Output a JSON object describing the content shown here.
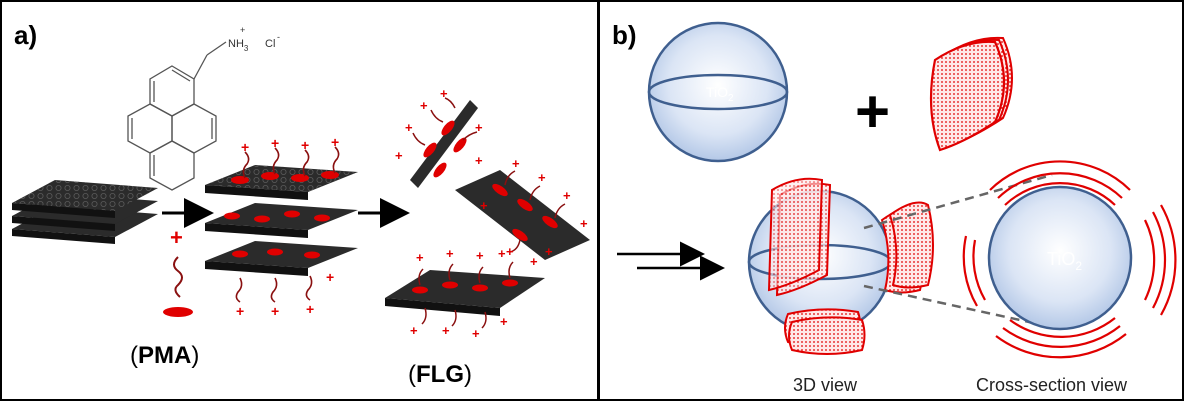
{
  "panel_a": {
    "label": "a)",
    "molecule": {
      "ammonium": "NH",
      "ammonium_sub": "3",
      "ammonium_sup": "+",
      "chloride": "Cl",
      "chloride_sup": "-"
    },
    "pma_caption": {
      "open": "(",
      "name": "PMA",
      "close": ")"
    },
    "flg_caption": {
      "open": "(",
      "name": "FLG",
      "close": ")"
    },
    "charge_symbol": "+"
  },
  "panel_b": {
    "label": "b)",
    "tio2": {
      "main": "TiO",
      "sub": "2"
    },
    "plus": "+",
    "caption_3d": "3D view",
    "caption_cross": "Cross-section view"
  },
  "colors": {
    "graphene": "#2b2b2b",
    "pma_red": "#e00000",
    "sphere_fill": "#c6d6ee",
    "sphere_edge": "#3f5f8f",
    "frame": "#000000"
  }
}
